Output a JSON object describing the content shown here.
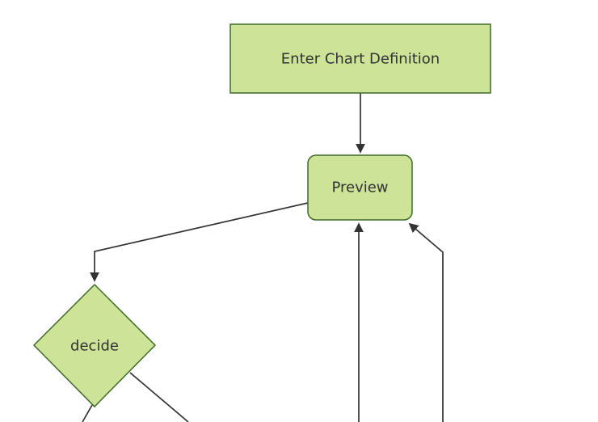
{
  "diagram": {
    "type": "flowchart",
    "direction": "top-down",
    "nodes": [
      {
        "id": "enter-chart-definition",
        "shape": "rectangle",
        "label": "Enter Chart Definition"
      },
      {
        "id": "preview",
        "shape": "rounded-rectangle",
        "label": "Preview"
      },
      {
        "id": "decide",
        "shape": "diamond",
        "label": "decide"
      }
    ],
    "edges": [
      {
        "from": "enter-chart-definition",
        "to": "preview",
        "arrowhead": true
      },
      {
        "from": "preview",
        "to": "decide",
        "arrowhead": true
      },
      {
        "from": "offscreen-bottom",
        "to": "preview",
        "arrowhead": true
      },
      {
        "from": "offscreen-bottom-right",
        "to": "preview",
        "arrowhead": true
      },
      {
        "from": "decide",
        "to": "offscreen-bottom-left",
        "arrowhead": false
      },
      {
        "from": "decide",
        "to": "offscreen-bottom-right",
        "arrowhead": false
      }
    ]
  },
  "colors": {
    "background": "#ffffff",
    "node_fill": "#cde498",
    "node_border": "#3e6b28",
    "edge_color": "#333333",
    "text_color": "#333333"
  }
}
